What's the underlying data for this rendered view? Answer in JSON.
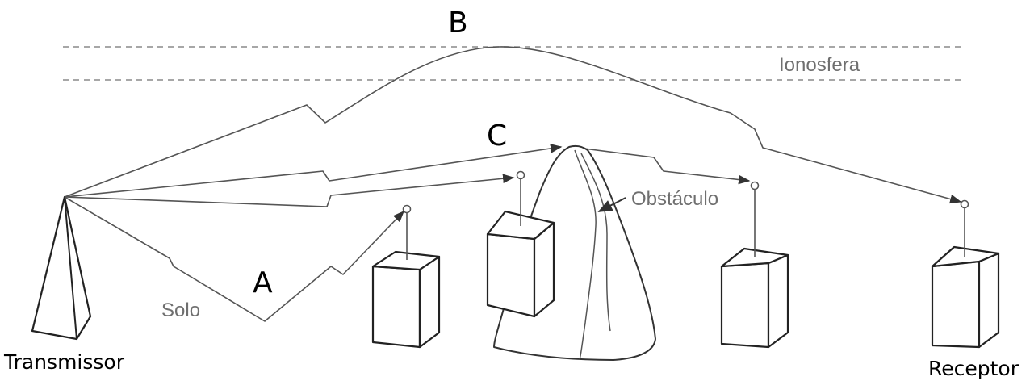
{
  "labels": {
    "path_b": "B",
    "path_c": "C",
    "path_a": "A",
    "ionosphere": "Ionosfera",
    "obstacle": "Obstáculo",
    "ground": "Solo",
    "transmitter": "Transmissor",
    "receiver": "Receptor"
  }
}
